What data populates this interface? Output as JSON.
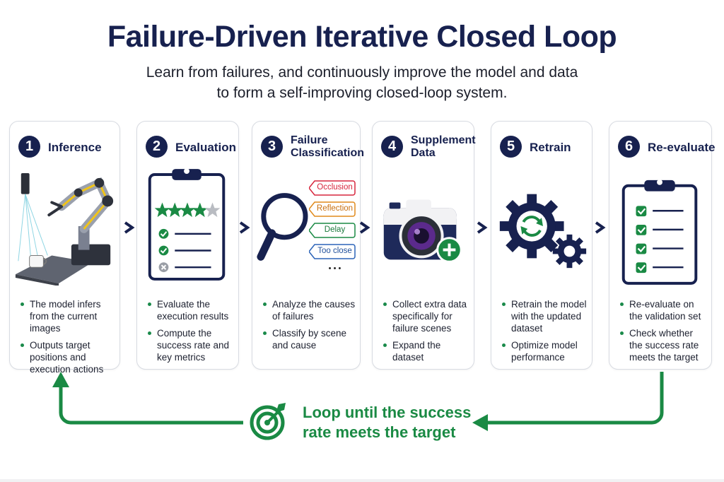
{
  "title": "Failure-Driven Iterative Closed Loop",
  "subtitle_lines": [
    "Learn from failures, and continuously improve the model and data",
    "to form a self-improving closed-loop system."
  ],
  "colors": {
    "navy": "#17214f",
    "green": "#1a8a44",
    "border": "#d8dbe2"
  },
  "steps": [
    {
      "number": "1",
      "title_lines": [
        "Inference"
      ],
      "bullets": [
        "The model infers from the current images",
        "Outputs target positions and execution actions"
      ],
      "icon": "robot-arm-icon"
    },
    {
      "number": "2",
      "title_lines": [
        "Evaluation"
      ],
      "bullets": [
        "Evaluate the execution results",
        "Compute the success rate and key metrics"
      ],
      "icon": "clipboard-rating-icon"
    },
    {
      "number": "3",
      "title_lines": [
        "Failure",
        "Classification"
      ],
      "bullets": [
        "Analyze the causes of failures",
        "Classify by scene and cause"
      ],
      "tags": [
        "Occlusion",
        "Reflection",
        "Delay",
        "Too close"
      ],
      "tags_more": "• • •",
      "icon": "magnifier-icon"
    },
    {
      "number": "4",
      "title_lines": [
        "Supplement",
        "Data"
      ],
      "bullets": [
        "Collect extra data specifically for failure scenes",
        "Expand the dataset"
      ],
      "icon": "camera-add-icon"
    },
    {
      "number": "5",
      "title_lines": [
        "Retrain"
      ],
      "bullets": [
        "Retrain the model with the updated dataset",
        "Optimize model performance"
      ],
      "icon": "gears-refresh-icon"
    },
    {
      "number": "6",
      "title_lines": [
        "Re-evaluate"
      ],
      "bullets": [
        "Re-evaluate on the validation set",
        "Check whether the success rate meets the target"
      ],
      "icon": "clipboard-checklist-icon"
    }
  ],
  "loop_lines": [
    "Loop until the success",
    "rate meets the target"
  ]
}
